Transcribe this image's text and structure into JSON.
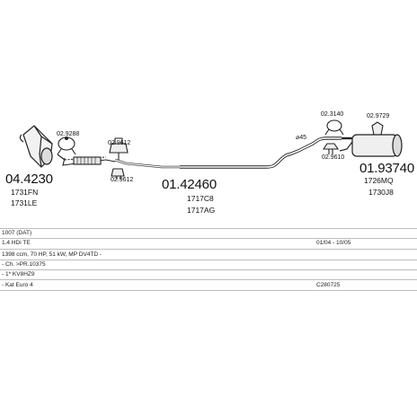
{
  "parts": {
    "cat_code": "04.4230",
    "cat_ref1": "1731FN",
    "cat_ref2": "1731LE",
    "clamp_a": "02.9288",
    "hanger_a": "02.9612",
    "hanger_b": "02.9612",
    "mid_code": "01.42460",
    "mid_ref1": "1717C8",
    "mid_ref2": "1717AG",
    "diam": "⌀45",
    "top_a": "02.3140",
    "top_b": "02.9729",
    "rear_hanger": "02.9610",
    "rear_code": "01.93740",
    "rear_ref1": "1726MQ",
    "rear_ref2": "1730J8"
  },
  "rows": [
    {
      "left": "1007 (DAT)",
      "right": ""
    },
    {
      "left": "1.4 HDi TE",
      "right": "01/04 - 10/05"
    },
    {
      "left": "1398 ccm, 70 HP, 51 kW, MP DV4TD -",
      "right": ""
    },
    {
      "left": "- Ch. >PR.10375",
      "right": ""
    },
    {
      "left": "- 1* KV8HZ9",
      "right": ""
    },
    {
      "left": "- Kat Euro 4",
      "right": "C280725"
    }
  ]
}
